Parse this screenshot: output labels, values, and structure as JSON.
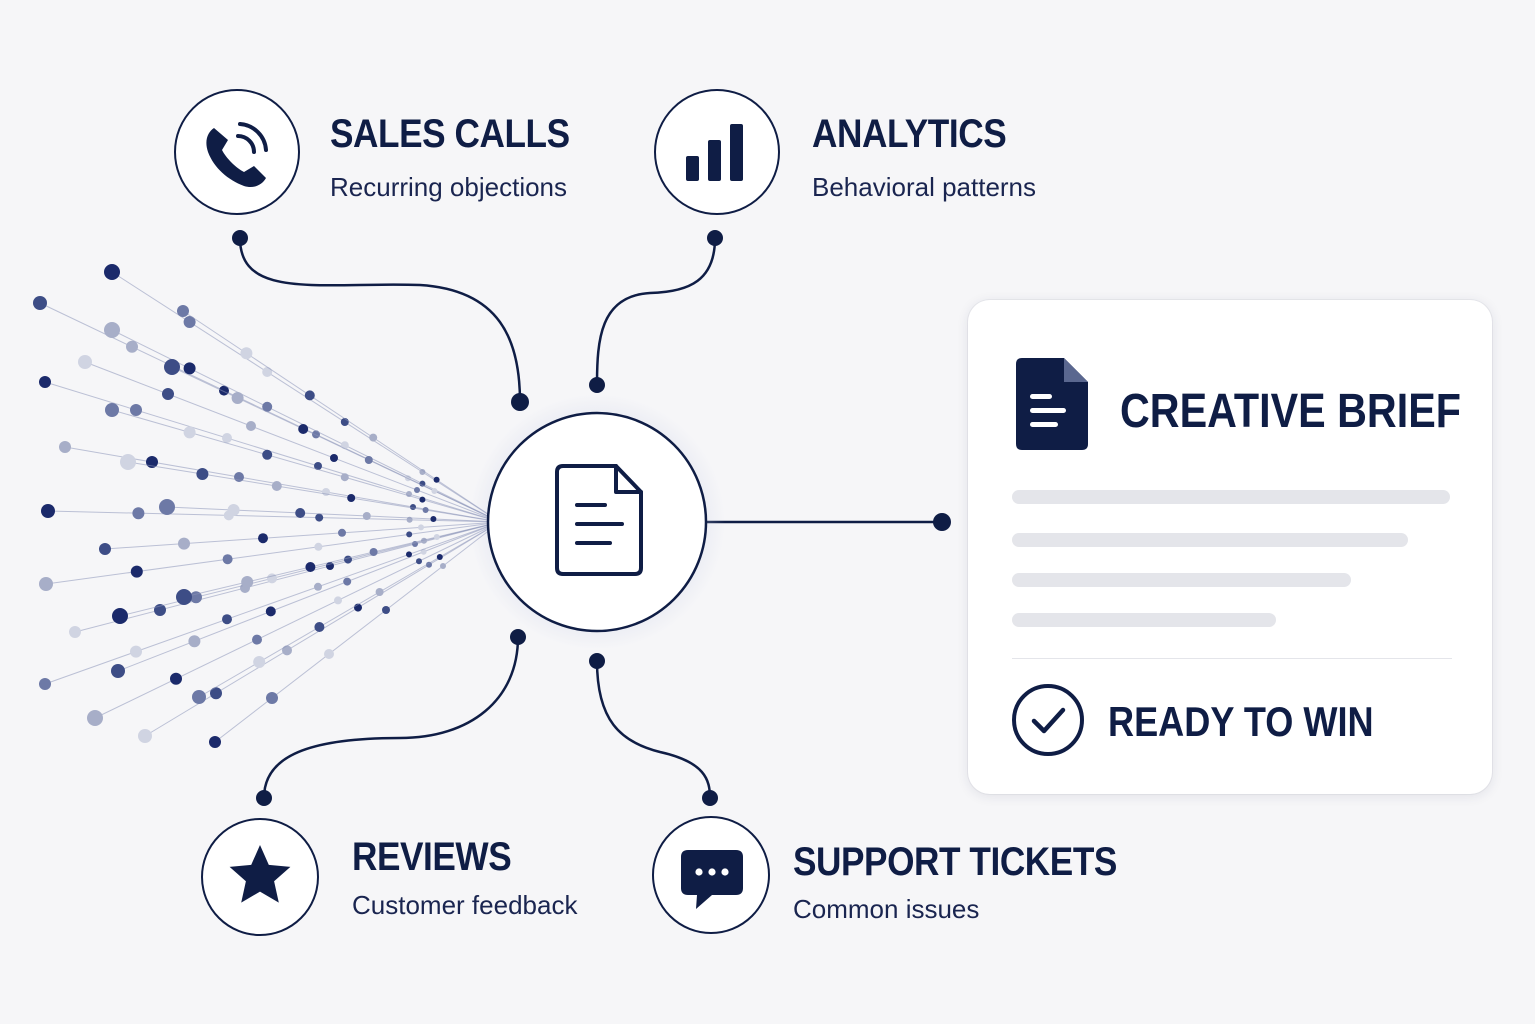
{
  "sources": [
    {
      "id": "sales",
      "title": "SALES CALLS",
      "subtitle": "Recurring objections",
      "icon": "phone-icon"
    },
    {
      "id": "analytics",
      "title": "ANALYTICS",
      "subtitle": "Behavioral patterns",
      "icon": "bar-chart-icon"
    },
    {
      "id": "reviews",
      "title": "REVIEWS",
      "subtitle": "Customer feedback",
      "icon": "star-icon"
    },
    {
      "id": "support",
      "title": "SUPPORT TICKETS",
      "subtitle": "Common issues",
      "icon": "chat-bubble-icon"
    }
  ],
  "hub": {
    "icon": "document-icon"
  },
  "output": {
    "title": "CREATIVE BRIEF",
    "icon": "document-filled-icon",
    "status": "READY TO WIN",
    "status_icon": "check-circle-icon"
  },
  "colors": {
    "navy": "#0f1d45",
    "accent": "#1b2a6b",
    "background": "#f6f6f8",
    "placeholder": "#e4e5ea"
  }
}
